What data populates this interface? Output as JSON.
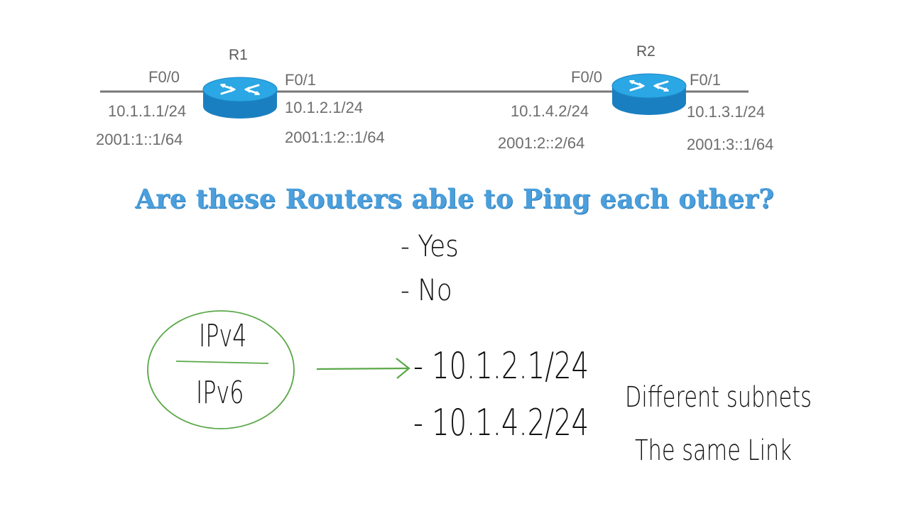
{
  "diagram": {
    "r1": {
      "name": "R1",
      "left_if": "F0/0",
      "right_if": "F0/1",
      "left_ipv4": "10.1.1.1/24",
      "left_ipv6": "2001:1::1/64",
      "right_ipv4": "10.1.2.1/24",
      "right_ipv6": "2001:1:2::1/64"
    },
    "r2": {
      "name": "R2",
      "left_if": "F0/0",
      "right_if": "F0/1",
      "left_ipv4": "10.1.4.2/24",
      "left_ipv6": "2001:2::2/64",
      "right_ipv4": "10.1.3.1/24",
      "right_ipv6": "2001:3::1/64"
    }
  },
  "question": "Are these Routers able to Ping each other?",
  "answers": [
    "- Yes",
    "- No"
  ],
  "circle": {
    "top": "IPv4",
    "bottom": "IPv6"
  },
  "addresses": [
    "- 10.1.2.1/24",
    "- 10.1.4.2/24"
  ],
  "notes": [
    "Different subnets",
    "The same Link"
  ],
  "colors": {
    "line": "#777777",
    "router_top": "#29a9e6",
    "router_side": "#1a7fc0",
    "question": "#4a9fdc",
    "annotation": "#5aa848"
  },
  "icons": [
    "router-icon",
    "arrow-right-icon"
  ]
}
